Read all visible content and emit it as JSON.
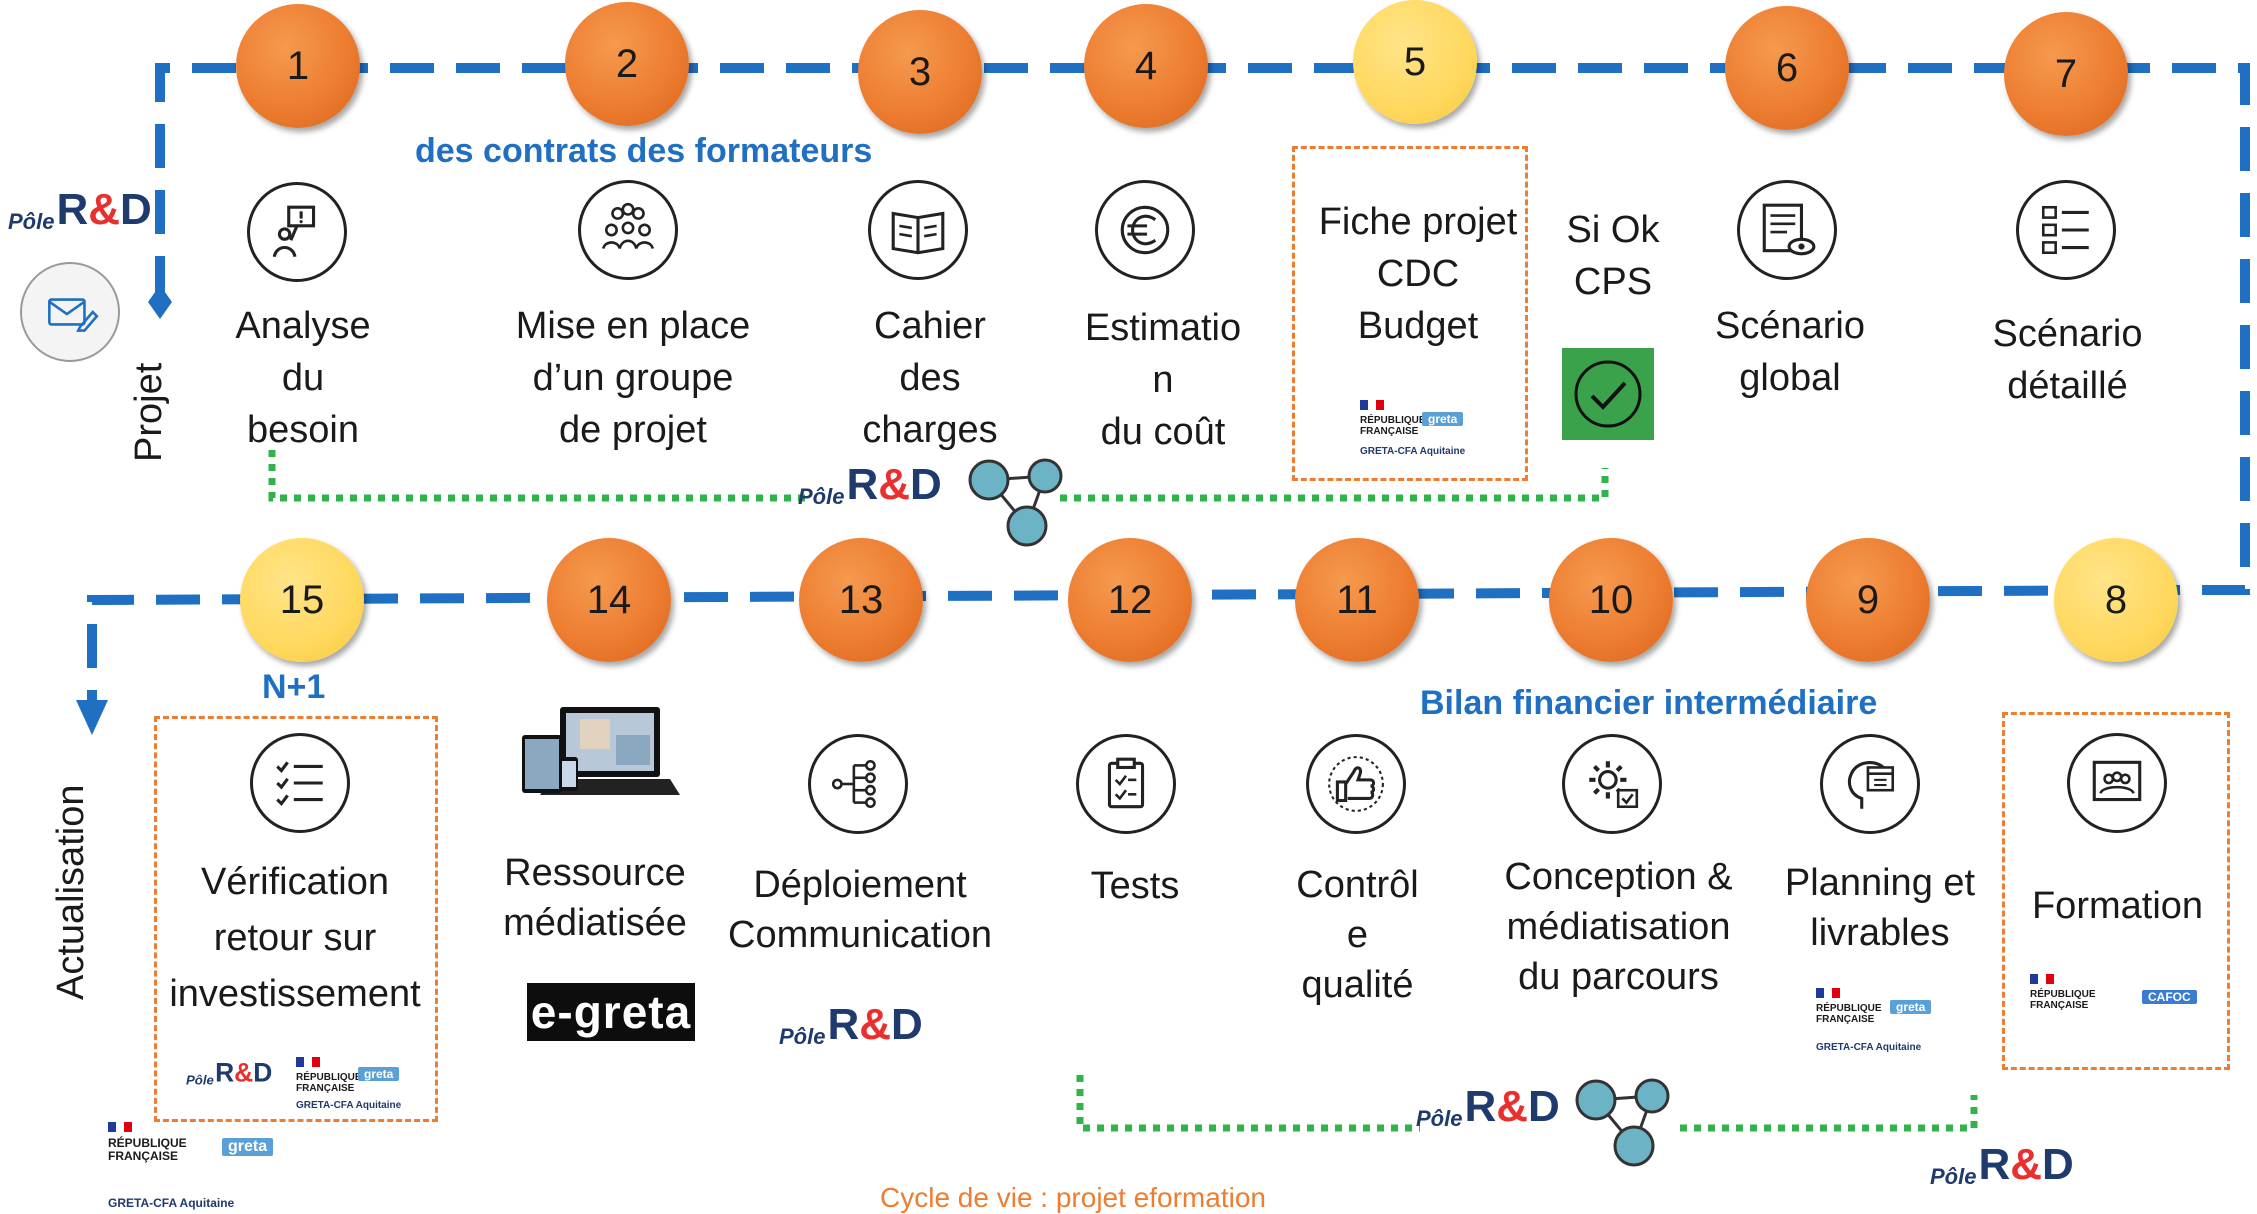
{
  "steps": [
    {
      "number": "1",
      "color": "orange",
      "label": "Analyse\ndu\nbesoin"
    },
    {
      "number": "2",
      "color": "orange",
      "label": "Mise en place\nd’un groupe\nde projet"
    },
    {
      "number": "3",
      "color": "orange",
      "label": "Cahier\ndes\ncharges"
    },
    {
      "number": "4",
      "color": "orange",
      "label": "Estimatio\nn\ndu coût"
    },
    {
      "number": "5",
      "color": "yellow",
      "label": "Fiche projet\nCDC\nBudget"
    },
    {
      "number": "6",
      "color": "orange",
      "label": "Scénario\nglobal"
    },
    {
      "number": "7",
      "color": "orange",
      "label": "Scénario\ndétaillé"
    },
    {
      "number": "8",
      "color": "yellow",
      "label": "Formation"
    },
    {
      "number": "9",
      "color": "orange",
      "label": "Planning et\nlivrables"
    },
    {
      "number": "10",
      "color": "orange",
      "label": "Conception &\nmédiatisation\ndu parcours"
    },
    {
      "number": "11",
      "color": "orange",
      "label": "Contrôl\ne\nqualité"
    },
    {
      "number": "12",
      "color": "orange",
      "label": "Tests"
    },
    {
      "number": "13",
      "color": "orange",
      "label": "Déploiement\nCommunication"
    },
    {
      "number": "14",
      "color": "orange",
      "label": "Ressource\nmédiatisée"
    },
    {
      "number": "15",
      "color": "yellow",
      "label": "Vérification\nretour sur\ninvestissement"
    }
  ],
  "headings": {
    "contracts": "des contrats des formateurs",
    "bilan": "Bilan financier intermédiaire",
    "n_plus_1": "N+1"
  },
  "si_ok": "Si Ok\nCPS",
  "side_labels": {
    "projet": "Projet",
    "actualisation": "Actualisation"
  },
  "logos": {
    "pole_prefix": "Pôle",
    "rd_r": "R",
    "rd_amp": "&",
    "rd_d": "D",
    "republique_line1": "RÉPUBLIQUE",
    "republique_line2": "FRANÇAISE",
    "greta": "greta",
    "greta_cfa": "GRETA-CFA Aquitaine",
    "cafoc": "CAFOC",
    "egreta": "e-greta"
  },
  "footer": "Cycle de vie : projet eformation",
  "colors": {
    "orange": "#ed7d31",
    "yellow": "#ffd85e",
    "blue_dash": "#1f6fc2",
    "green_dot": "#2fb34a",
    "check_green": "#3aa24a"
  }
}
